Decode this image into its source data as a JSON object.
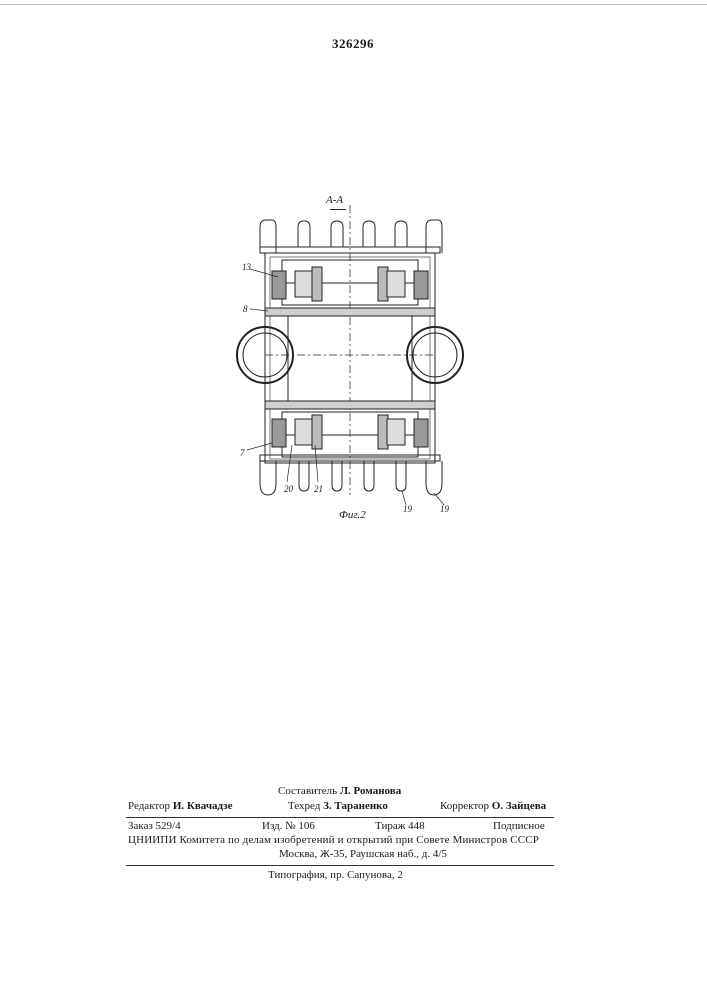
{
  "header": {
    "patent_number": "326296"
  },
  "figure": {
    "section_label": "А-А",
    "caption": "Фиг.2",
    "callouts": [
      "13",
      "8",
      "7",
      "20",
      "21",
      "19",
      "19"
    ]
  },
  "footer": {
    "compiler": {
      "label": "Составитель",
      "name": "Л. Романова"
    },
    "editor": {
      "label": "Редактор",
      "name": "И. Квачадзе"
    },
    "techred": {
      "label": "Техред",
      "name": "З. Тараненко"
    },
    "corrector": {
      "label": "Корректор",
      "name": "О. Зайцева"
    },
    "order": "Заказ 529/4",
    "edition": "Изд. № 106",
    "print_run": "Тираж 448",
    "subscription": "Подписное",
    "institution": "ЦНИИПИ Комитета по делам изобретений и открытий при Совете Министров СССР",
    "address": "Москва, Ж-35, Раушская наб., д. 4/5",
    "printing_house": "Типография, пр. Сапунова, 2"
  }
}
